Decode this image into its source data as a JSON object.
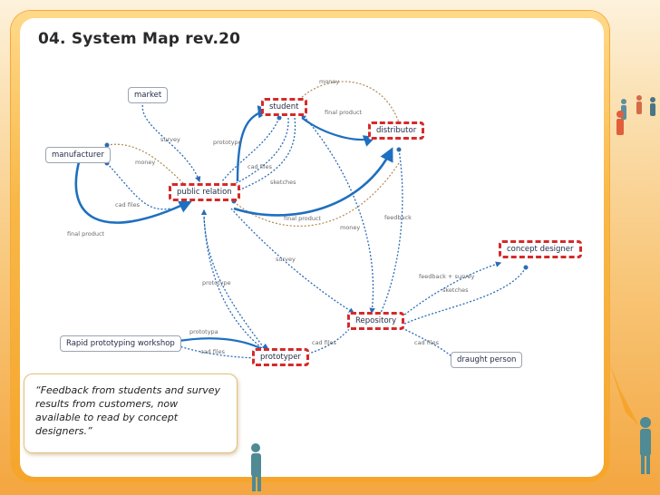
{
  "slide": {
    "title": "04. System Map rev.20",
    "quote": "“Feedback from students and survey results from customers, now available to read by concept designers.”"
  },
  "nodes": {
    "market": "market",
    "student": "student",
    "distributor": "distributor",
    "manufacturer": "manufacturer",
    "public_relation": "public relation",
    "concept_designer": "concept designer",
    "repository": "Repository",
    "rapid_workshop": "Rapid prototyping workshop",
    "prototyper": "prototyper",
    "draught_person": "draught person"
  },
  "edge_labels": {
    "money_top": "money",
    "final_product_top": "final product",
    "survey_left": "survey",
    "prototype_upper": "prototype",
    "money_left": "money",
    "cad_files_mid": "cad files",
    "sketches_mid": "sketches",
    "cad_files_left": "cad files",
    "final_product_left": "final product",
    "final_product_center": "final product",
    "money_center": "money",
    "feedback": "feedback",
    "survey_center": "survey",
    "feedback_survey": "feedback + survey",
    "sketches_right": "sketches",
    "prototype_center": "prototype",
    "prototypa": "prototypa",
    "cad_files_low": "cad files",
    "cad_files_repo_left": "cad files",
    "cad_files_repo_right": "cad files"
  },
  "colors": {
    "blue_arrow": "#1f6fc0",
    "dotted_blue": "#2b6cb5",
    "dotted_brown": "#b08a55",
    "highlight_red": "#d42a2a"
  }
}
